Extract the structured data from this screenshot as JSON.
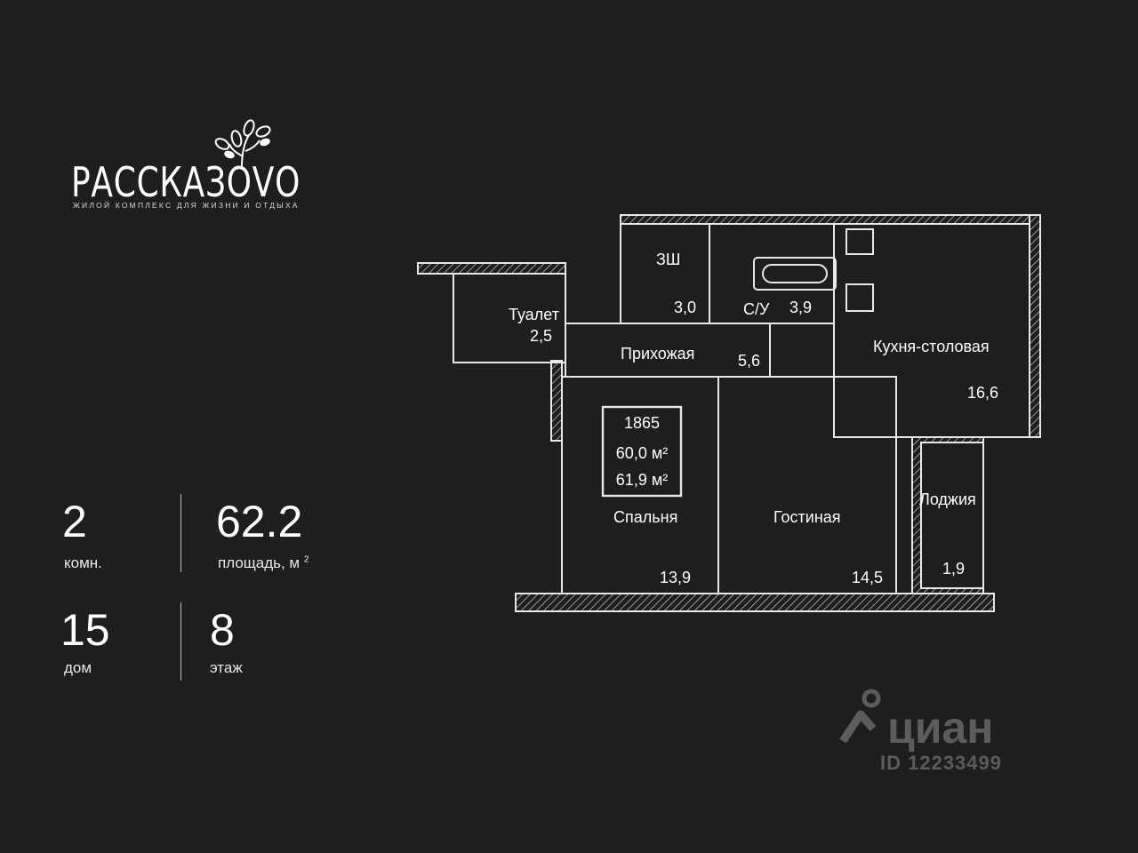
{
  "brand": {
    "name": "РАССКАЗОVО",
    "tagline": "ЖИЛОЙ КОМПЛЕКС ДЛЯ ЖИЗНИ И ОТДЫХА"
  },
  "stats": {
    "rooms_value": "2",
    "rooms_label": "комн.",
    "area_value": "62.2",
    "area_label": "площадь, м",
    "area_sup": "2",
    "house_value": "15",
    "house_label": "дом",
    "floor_value": "8",
    "floor_label": "этаж"
  },
  "plan": {
    "apartment_id": "1865",
    "area_1": "60,0 м²",
    "area_2": "61,9 м²",
    "rooms": {
      "toilet_name": "Туалет",
      "toilet_area": "2,5",
      "closet_name": "ЗШ",
      "closet_area": "3,0",
      "bath_name": "С/У",
      "bath_area": "3,9",
      "hall_name": "Прихожая",
      "hall_area": "5,6",
      "kitchen_name": "Кухня-столовая",
      "kitchen_area": "16,6",
      "bedroom_name": "Спальня",
      "bedroom_area": "13,9",
      "living_name": "Гостиная",
      "living_area": "14,5",
      "loggia_name": "Лоджия",
      "loggia_area": "1,9"
    }
  },
  "watermark": {
    "brand": "циан",
    "id": "ID 12233499"
  }
}
